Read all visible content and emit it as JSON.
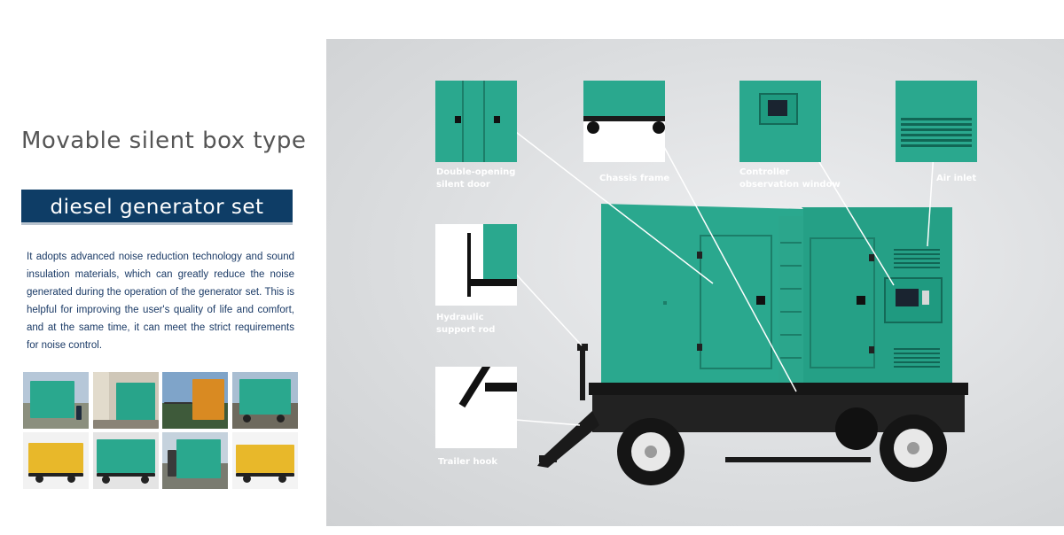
{
  "heading": {
    "title": "Movable silent box type",
    "subtitle": "diesel generator set"
  },
  "description": "It adopts advanced noise reduction technology and sound insulation materials, which can greatly reduce the noise generated during the operation of the generator set. This is helpful for improving the user's quality of life and comfort, and at the same time, it can meet the strict requirements for noise control.",
  "features": [
    {
      "label_line1": "Double-opening",
      "label_line2": "silent door"
    },
    {
      "label_line1": "Chassis frame",
      "label_line2": ""
    },
    {
      "label_line1": "Controller",
      "label_line2": "observation window"
    },
    {
      "label_line1": "Air inlet",
      "label_line2": ""
    },
    {
      "label_line1": "Hydraulic",
      "label_line2": "support rod"
    },
    {
      "label_line1": "Trailer hook",
      "label_line2": ""
    }
  ],
  "colors": {
    "navy": "#0e3d66",
    "generator_green": "#2aa88e",
    "generator_yellow": "#e8b82a",
    "generator_orange": "#d98a22"
  }
}
